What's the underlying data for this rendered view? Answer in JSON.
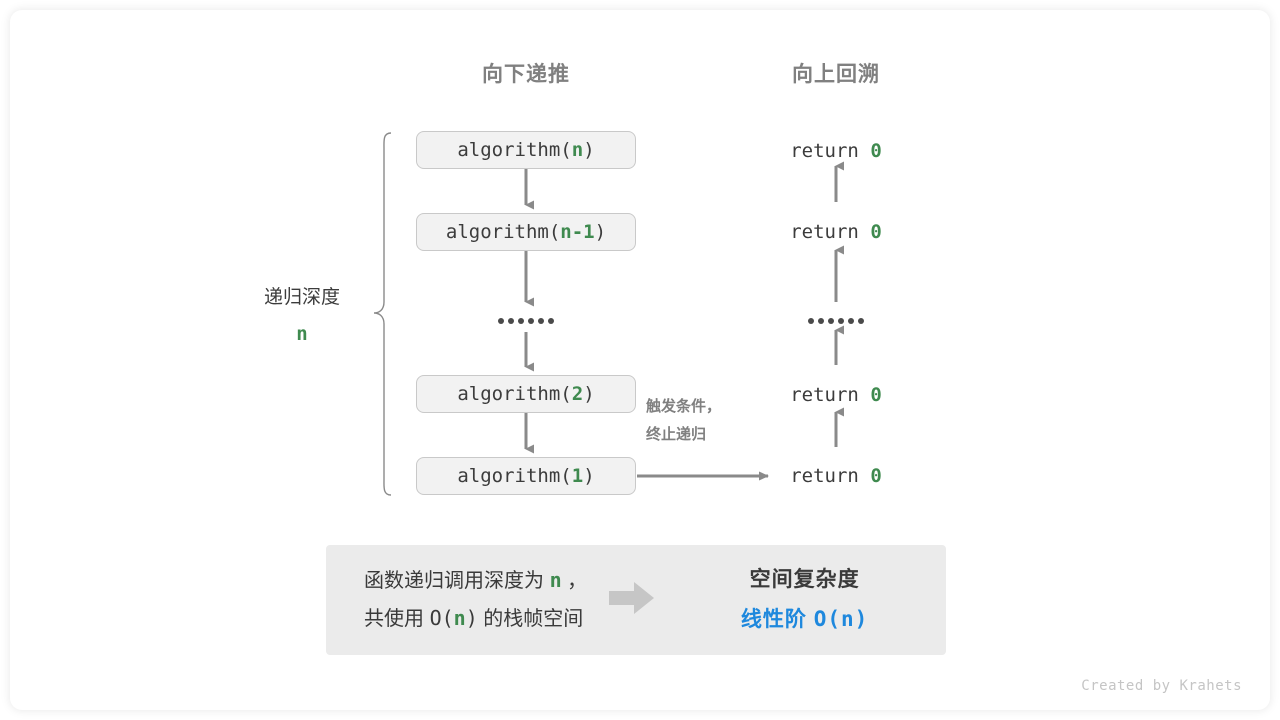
{
  "headers": {
    "down": "向下递推",
    "up": "向上回溯"
  },
  "depth": {
    "label": "递归深度",
    "value": "n"
  },
  "calls": [
    {
      "name": "algorithm(",
      "arg": "n",
      "close": ")"
    },
    {
      "name": "algorithm(",
      "arg": "n-1",
      "close": ")"
    },
    {
      "name": "algorithm(",
      "arg": "2",
      "close": ")"
    },
    {
      "name": "algorithm(",
      "arg": "1",
      "close": ")"
    }
  ],
  "returns": [
    {
      "keyword": "return ",
      "value": "0"
    },
    {
      "keyword": "return ",
      "value": "0"
    },
    {
      "keyword": "return ",
      "value": "0"
    },
    {
      "keyword": "return ",
      "value": "0"
    }
  ],
  "ellipsis_dots": 6,
  "trigger_note": {
    "line1": "触发条件，",
    "line2": "终止递归"
  },
  "summary": {
    "left_line1_a": "函数递归调用深度为 ",
    "left_line1_n": "n",
    "left_line1_b": " ，",
    "left_line2_a": "共使用 ",
    "left_line2_o": "O(",
    "left_line2_n": "n",
    "left_line2_c": ")",
    "left_line2_b": " 的栈帧空间",
    "arrow_icon": "block-arrow-right-icon",
    "right_line1": "空间复杂度",
    "right_line2_a": "线性阶 ",
    "right_line2_b": "O(n)"
  },
  "credit": "Created by Krahets",
  "colors": {
    "accent_green": "#3f8a4f",
    "accent_blue": "#1e88dd",
    "stroke_gray": "#808080",
    "box_fill": "#f2f2f2",
    "panel_fill": "#ebebeb"
  }
}
